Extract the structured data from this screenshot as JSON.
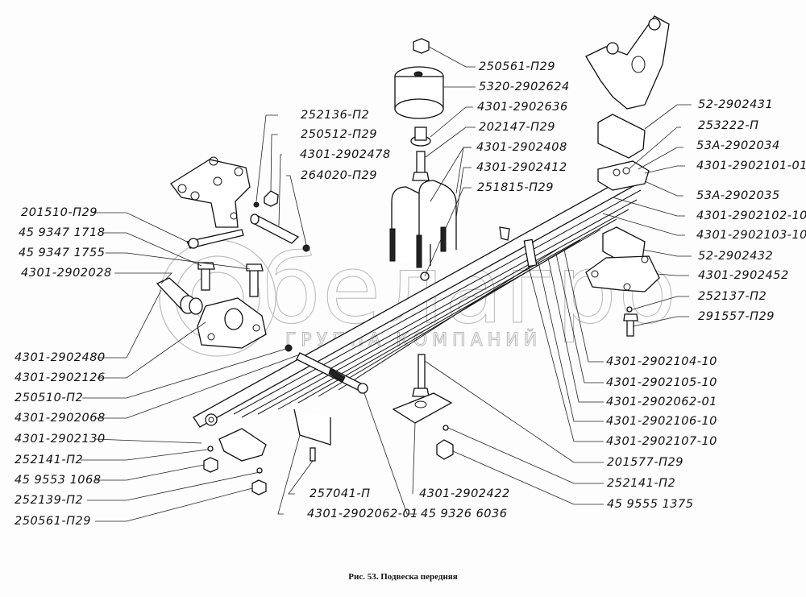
{
  "figure": {
    "caption": "Рис. 53.  Подвеска передняя",
    "watermark": {
      "brand": "белагро",
      "subtitle": "ГРУППА КОМПАНИЙ"
    }
  },
  "labels": {
    "left": [
      "201510-П29",
      "45 9347 1718",
      "45 9347 1755",
      "4301-2902028",
      "4301-2902480",
      "4301-2902126",
      "250510-П2",
      "4301-2902068",
      "4301-2902130",
      "252141-П2",
      "45 9553 1068",
      "252139-П2",
      "250561-П29"
    ],
    "top_center": [
      "252136-П2",
      "250512-П29",
      "4301-2902478",
      "264020-П29"
    ],
    "buffer_group": [
      "250561-П29",
      "5320-2902624",
      "4301-2902636",
      "202147-П29",
      "4301-2902408",
      "4301-2902412",
      "251815-П29"
    ],
    "right_top": [
      "52-2902431",
      "253222-П",
      "53А-2902034",
      "4301-2902101-01",
      "53А-2902035",
      "4301-2902102-10",
      "4301-2902103-10",
      "52-2902432",
      "4301-2902452",
      "252137-П2",
      "291557-П29"
    ],
    "right_bottom": [
      "4301-2902104-10",
      "4301-2902105-10",
      "4301-2902062-01",
      "4301-2902106-10",
      "4301-2902107-10",
      "201577-П29",
      "252141-П2",
      "45 9555 1375"
    ],
    "bottom_center": [
      "257041-П",
      "4301-2902062-01",
      "4301-2902422",
      "45 9326 6036"
    ]
  }
}
